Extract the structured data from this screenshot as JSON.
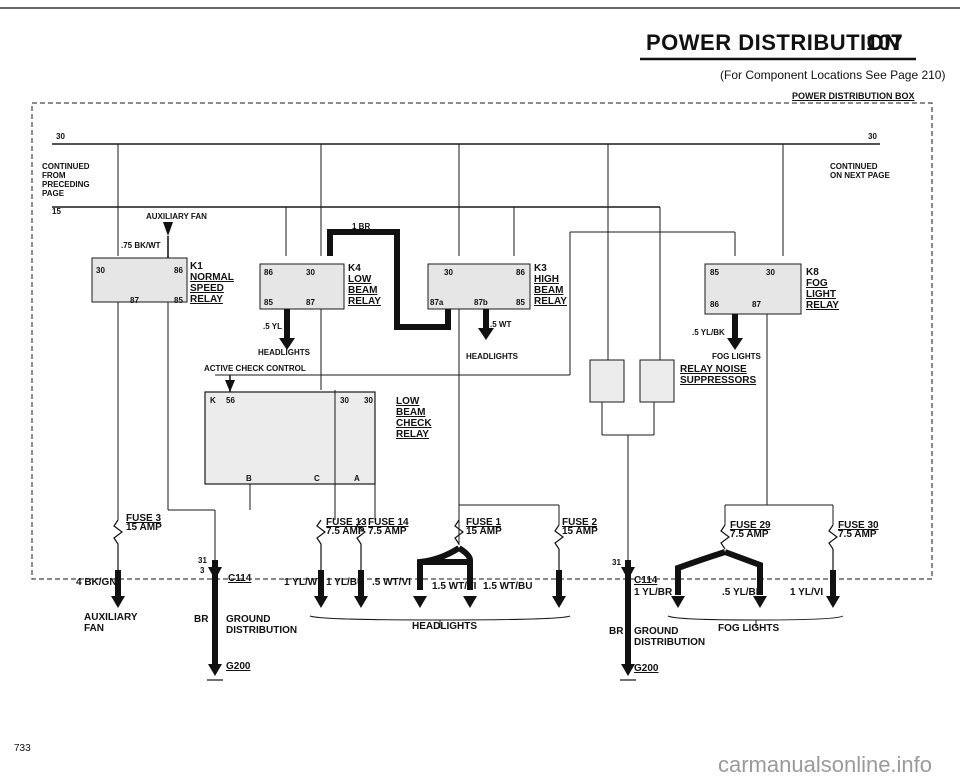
{
  "header": {
    "title": "POWER DISTRIBUTION",
    "page_number": "107",
    "subtitle": "(For Component Locations See Page 210)",
    "box_title": "POWER DISTRIBUTION BOX"
  },
  "bus_labels": {
    "left_30": "30",
    "right_30": "30",
    "left_15": "15",
    "continued_from": "CONTINUED FROM PRECEDING PAGE",
    "continued_on": "CONTINUED ON NEXT PAGE"
  },
  "relays": {
    "k1": {
      "id": "K1",
      "name": "NORMAL SPEED RELAY",
      "pins": [
        "30",
        "86",
        "87",
        "85"
      ]
    },
    "k4": {
      "id": "K4",
      "name": "LOW BEAM RELAY",
      "pins": [
        "86",
        "30",
        "85",
        "87"
      ]
    },
    "k3": {
      "id": "K3",
      "name": "HIGH BEAM RELAY",
      "pins": [
        "30",
        "86",
        "87a",
        "87b",
        "85"
      ]
    },
    "k8": {
      "id": "K8",
      "name": "FOG LIGHT RELAY",
      "pins": [
        "85",
        "30",
        "86",
        "87"
      ]
    },
    "check": {
      "name": "LOW BEAM CHECK RELAY",
      "pins": [
        "K",
        "56",
        "30",
        "30",
        "B",
        "C",
        "A"
      ]
    },
    "suppressors": "RELAY NOISE SUPPRESSORS"
  },
  "wires": {
    "aux_fan_top": "AUXILIARY FAN",
    "aux_fan_wire": ".75 BK/WT",
    "br": "1 BR",
    "k4_out": ".5 YL",
    "k3_out": ".5 WT",
    "k8_out": ".5 YL/BK",
    "headlights_1": "HEADLIGHTS",
    "headlights_2": "HEADLIGHTS",
    "fog_lights_top": "FOG LIGHTS",
    "active_check": "ACTIVE CHECK CONTROL"
  },
  "fuses": [
    {
      "name": "FUSE 3",
      "rating": "15 AMP"
    },
    {
      "name": "FUSE 13",
      "rating": "7.5 AMP"
    },
    {
      "name": "FUSE 14",
      "rating": "7.5 AMP"
    },
    {
      "name": "FUSE 1",
      "rating": "15 AMP"
    },
    {
      "name": "FUSE 2",
      "rating": "15 AMP"
    },
    {
      "name": "FUSE 29",
      "rating": "7.5 AMP"
    },
    {
      "name": "FUSE 30",
      "rating": "7.5 AMP"
    }
  ],
  "outputs": {
    "fan_wire": "4 BK/GN",
    "aux_fan": "AUXILIARY FAN",
    "w1": "1 YL/WT",
    "w2": "1 YL/BU",
    "w3": ".5 WT/VI",
    "w4": "1.5 WT/VI",
    "w5": "1.5 WT/BU",
    "headlights": "HEADLIGHTS",
    "c114_left": "C114",
    "c114_right": "C114",
    "c114_pin": "31",
    "c114_pin_l3": "3",
    "w6": "1 YL/BR",
    "w7": ".5 YL/BR",
    "w8": "1 YL/VI",
    "fog_lights": "FOG LIGHTS",
    "br_left": "BR",
    "br_right": "BR",
    "ground_dist_left": "GROUND DISTRIBUTION",
    "ground_dist_right": "GROUND DISTRIBUTION",
    "g200_left": "G200",
    "g200_right": "G200"
  },
  "footer": {
    "page_ref": "733",
    "watermark": "carmanualsonline.info"
  }
}
